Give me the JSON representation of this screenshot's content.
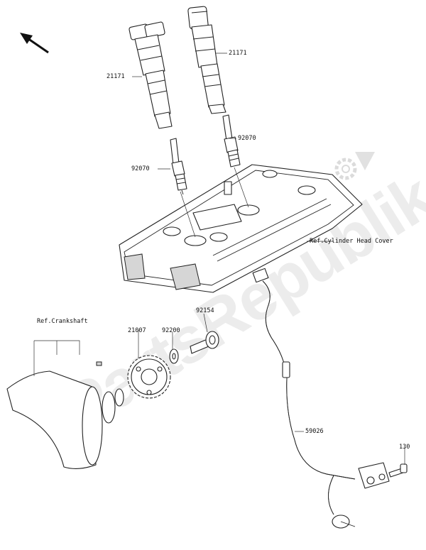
{
  "labels": {
    "coil_left": "21171",
    "coil_right": "21171",
    "plug_left": "92070",
    "plug_right": "92070",
    "head_cover": "Ref.Cylinder Head Cover",
    "crankshaft": "Ref.Crankshaft",
    "rotor": "21007",
    "washer": "92200",
    "bolt_rotor": "92154",
    "sensor_harness": "59026",
    "bolt_sensor": "130"
  },
  "watermark": "PartsRepublik",
  "colors": {
    "line": "#222222",
    "watermark": "#969696"
  }
}
